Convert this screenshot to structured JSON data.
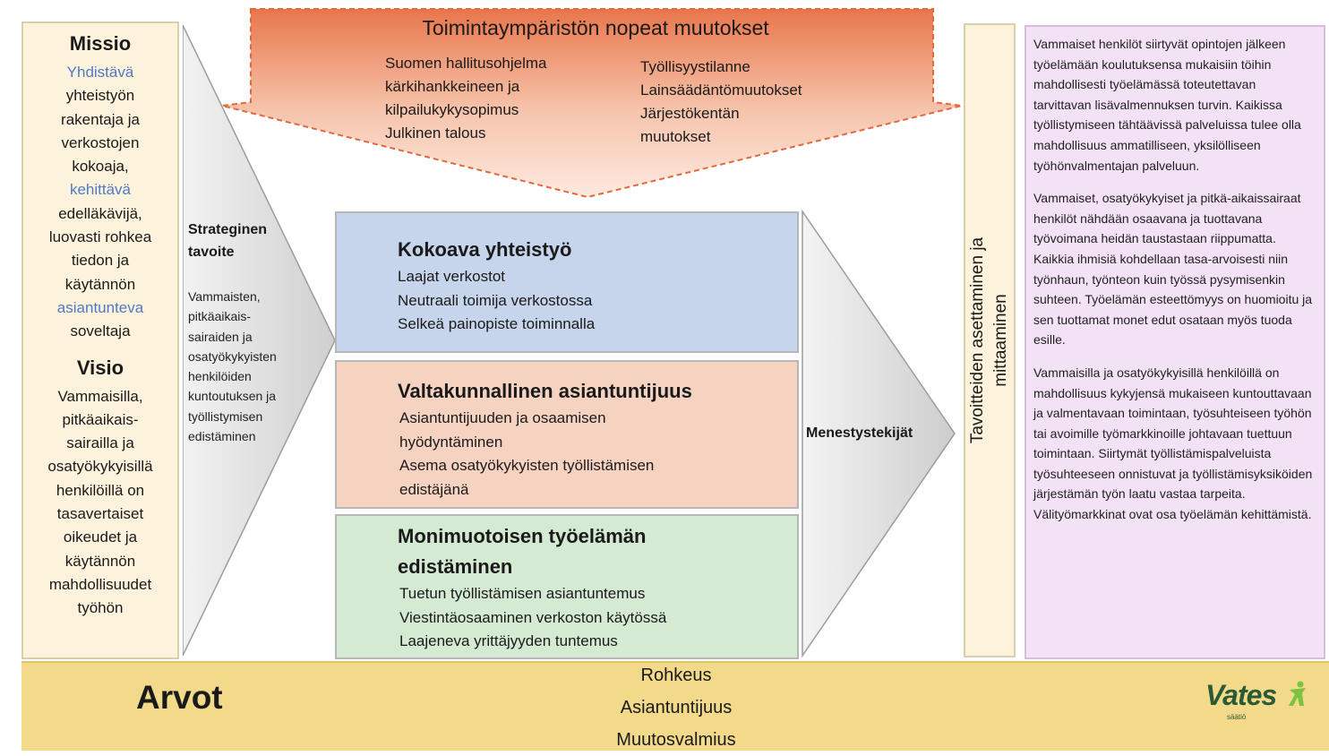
{
  "environment": {
    "title": "Toimintaympäristön nopeat muutokset",
    "left_items": [
      "Suomen hallitusohjelma",
      "kärkihankkeineen ja",
      "kilpailukykysopimus",
      "Julkinen talous"
    ],
    "right_items": [
      "Työllisyystilanne",
      "Lainsäädäntömuutokset",
      "Järjestökentän",
      "muutokset"
    ]
  },
  "mission": {
    "heading": "Missio",
    "lines": [
      {
        "text": "Yhdistävä",
        "highlight": true
      },
      {
        "text": "yhteistyön",
        "highlight": false
      },
      {
        "text": "rakentaja ja",
        "highlight": false
      },
      {
        "text": "verkostojen",
        "highlight": false
      },
      {
        "text": "kokoaja,",
        "highlight": false
      },
      {
        "text": "kehittävä",
        "highlight": true
      },
      {
        "text": "edelläkävijä,",
        "highlight": false
      },
      {
        "text": "luovasti rohkea",
        "highlight": false
      },
      {
        "text": "tiedon ja",
        "highlight": false
      },
      {
        "text": "käytännön",
        "highlight": false
      },
      {
        "text": "asiantunteva",
        "highlight": true
      },
      {
        "text": "soveltaja",
        "highlight": false
      }
    ]
  },
  "vision": {
    "heading": "Visio",
    "lines": [
      "Vammaisilla,",
      "pitkäaikais-",
      "sairailla ja",
      "osatyökykyisillä",
      "henkilöillä on",
      "tasavertaiset",
      "oikeudet ja",
      "käytännön",
      "mahdollisuudet",
      "työhön"
    ]
  },
  "strategy": {
    "title_lines": [
      "Strateginen",
      "tavoite"
    ],
    "body_lines": [
      "Vammaisten,",
      "pitkäaikais-",
      "sairaiden ja",
      "osatyökykyisten",
      "henkilöiden",
      "kuntoutuksen ja",
      "työllistymisen",
      "edistäminen"
    ]
  },
  "boxes": [
    {
      "title_lines": [
        "Kokoava yhteistyö"
      ],
      "items": [
        "Laajat verkostot",
        "Neutraali toimija verkostossa",
        "Selkeä painopiste toiminnalla"
      ]
    },
    {
      "title_lines": [
        "Valtakunnallinen asiantuntijuus"
      ],
      "items": [
        "Asiantuntijuuden ja osaamisen",
        "hyödyntäminen",
        "Asema osatyökykyisten työllistämisen",
        "edistäjänä"
      ]
    },
    {
      "title_lines": [
        "Monimuotoisen työelämän",
        "edistäminen"
      ],
      "items": [
        "Tuetun työllistämisen asiantuntemus",
        "Viestintäosaaminen verkoston käytössä",
        "Laajeneva yrittäjyyden tuntemus"
      ]
    }
  ],
  "success_label": "Menestystekijät",
  "measure_lines": [
    "Tavoitteiden asettaminen ja",
    "mittaaminen"
  ],
  "right_panel": [
    "Vammaiset henkilöt siirtyvät opintojen jälkeen työelämään koulutuksensa mukaisiin töihin mahdollisesti työelämässä toteutettavan tarvittavan lisävalmennuksen turvin. Kaikissa työllistymiseen tähtäävissä palveluissa tulee olla mahdollisuus ammatilliseen, yksilölliseen työhönvalmentajan palveluun.",
    "Vammaiset, osatyökykyiset ja pitkä-aikaissairaat henkilöt nähdään osaavana ja tuottavana työvoimana heidän taustastaan riippumatta. Kaikkia ihmisiä kohdellaan tasa-arvoisesti niin työnhaun, työnteon kuin työssä pysymisenkin suhteen. Työelämän esteettömyys on huomioitu ja sen tuottamat monet edut osataan myös tuoda esille.",
    "Vammaisilla ja osatyökykyisillä henkilöillä on mahdollisuus kykyjensä mukaiseen kuntouttavaan ja valmentavaan toimintaan, työsuhteiseen työhön tai avoimille työmarkkinoille johtavaan tuettuun toimintaan. Siirtymät työllistämispalveluista työsuhteeseen onnistuvat ja työllistämisyksiköiden järjestämän työn laatu vastaa tarpeita. Välityömarkkinat ovat osa työelämän kehittämistä."
  ],
  "values": {
    "heading": "Arvot",
    "items": [
      "Rohkeus",
      "Asiantuntijuus",
      "Muutosvalmius"
    ]
  },
  "logo": {
    "word": "Vates",
    "sub": "säätiö"
  },
  "colors": {
    "funnel_top": "#e9764c",
    "funnel_bottom": "#fbe3d6",
    "blue_box": "#c6d5ec",
    "orange_box": "#f6d3c1",
    "green_box": "#d5ead2",
    "cream": "#fdf3dc",
    "values_band": "#f3d98a",
    "right_panel": "#f3e1f5",
    "highlight_text": "#4f79c2",
    "logo_green": "#2a5b36",
    "logo_mark": "#7dc242"
  }
}
